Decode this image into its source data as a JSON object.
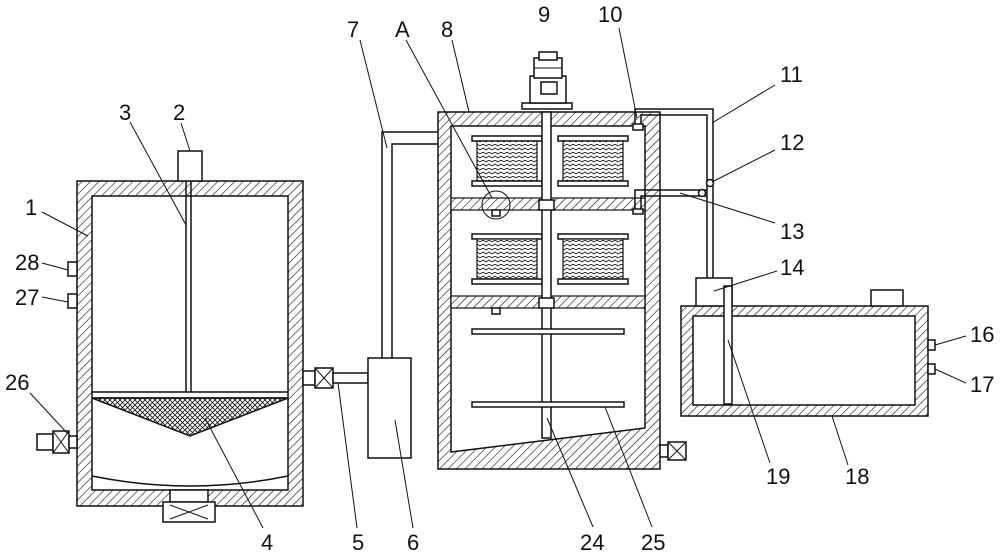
{
  "diagram": {
    "labels": [
      {
        "id": "1",
        "text": "1"
      },
      {
        "id": "2",
        "text": "2"
      },
      {
        "id": "3",
        "text": "3"
      },
      {
        "id": "4",
        "text": "4"
      },
      {
        "id": "5",
        "text": "5"
      },
      {
        "id": "6",
        "text": "6"
      },
      {
        "id": "7",
        "text": "7"
      },
      {
        "id": "A",
        "text": "A"
      },
      {
        "id": "8",
        "text": "8"
      },
      {
        "id": "9",
        "text": "9"
      },
      {
        "id": "10",
        "text": "10"
      },
      {
        "id": "11",
        "text": "11"
      },
      {
        "id": "12",
        "text": "12"
      },
      {
        "id": "13",
        "text": "13"
      },
      {
        "id": "14",
        "text": "14"
      },
      {
        "id": "16",
        "text": "16"
      },
      {
        "id": "17",
        "text": "17"
      },
      {
        "id": "18",
        "text": "18"
      },
      {
        "id": "19",
        "text": "19"
      },
      {
        "id": "24",
        "text": "24"
      },
      {
        "id": "25",
        "text": "25"
      },
      {
        "id": "26",
        "text": "26"
      },
      {
        "id": "27",
        "text": "27"
      },
      {
        "id": "28",
        "text": "28"
      }
    ]
  }
}
